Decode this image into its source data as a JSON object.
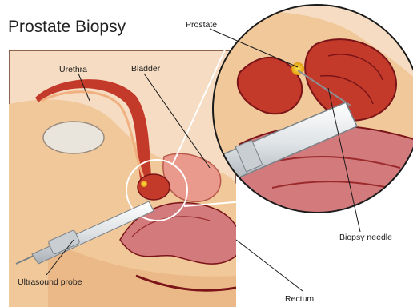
{
  "title": "Prostate Biopsy",
  "labels": {
    "urethra": "Urethra",
    "bladder": "Bladder",
    "prostate": "Prostate",
    "biopsy_needle": "Biopsy needle",
    "ultrasound_probe": "Ultrasound probe",
    "rectum": "Rectum"
  },
  "colors": {
    "background_panel": "#f6dcc2",
    "body_fill": "#f1c89a",
    "tissue_red": "#c43a2a",
    "tissue_dark": "#7a1418",
    "bladder_pink": "#e99a8c",
    "rectum_pink": "#d27a7c",
    "bone": "#e9e4dc",
    "probe": "#dfe3e6"
  }
}
